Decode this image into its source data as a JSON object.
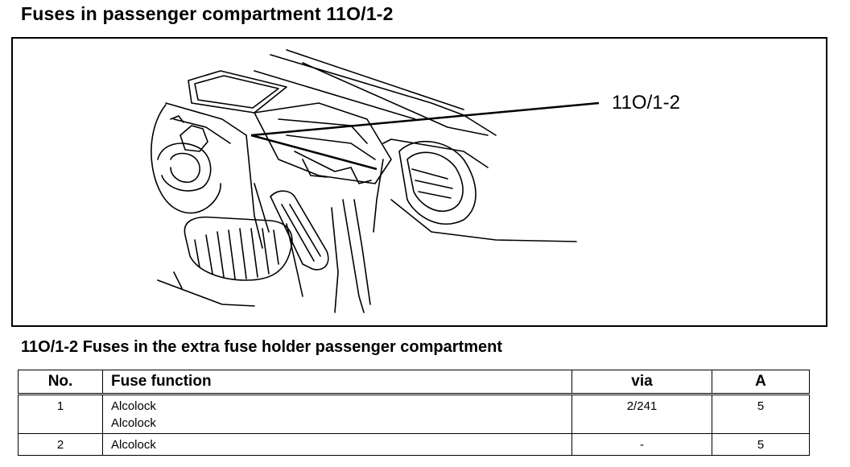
{
  "page_title": "Fuses in passenger compartment 11O/1-2",
  "figure": {
    "callout_label": "11O/1-2"
  },
  "section_title": "11O/1-2 Fuses in the extra fuse holder passenger compartment",
  "table": {
    "headers": {
      "no": "No.",
      "function": "Fuse function",
      "via": "via",
      "amps": "A"
    },
    "rows": [
      {
        "no": "1",
        "functions": [
          "Alcolock",
          "Alcolock"
        ],
        "via": "2/241",
        "amps": "5"
      },
      {
        "no": "2",
        "functions": [
          "Alcolock"
        ],
        "via": "-",
        "amps": "5"
      }
    ]
  }
}
